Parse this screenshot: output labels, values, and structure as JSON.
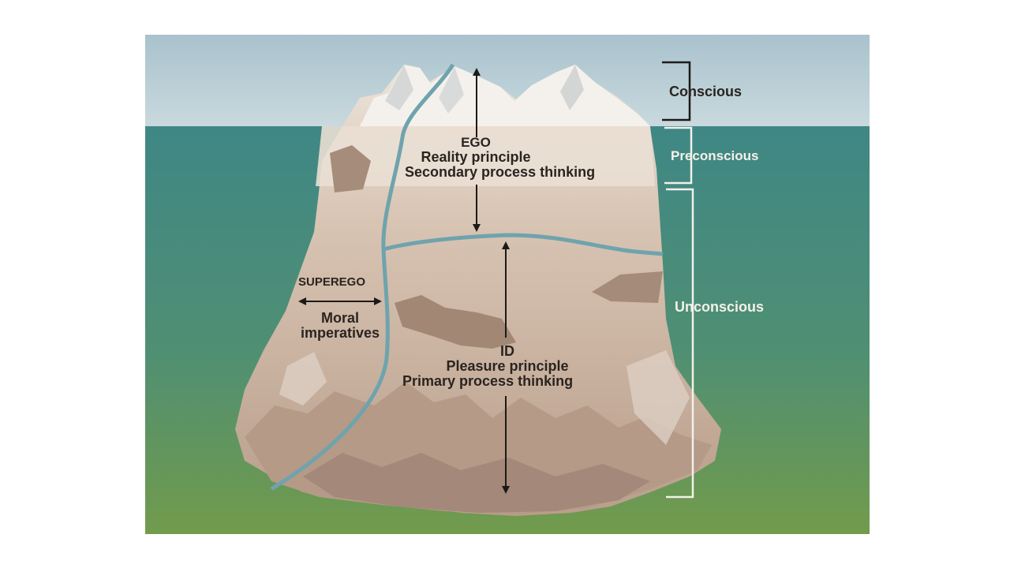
{
  "levels": {
    "conscious": "Conscious",
    "preconscious": "Preconscious",
    "unconscious": "Unconscious"
  },
  "ego": {
    "title": "EGO",
    "line1": "Reality principle",
    "line2": "Secondary process thinking"
  },
  "id": {
    "title": "ID",
    "line1": "Pleasure principle",
    "line2": "Primary process thinking"
  },
  "superego": {
    "title": "SUPEREGO",
    "line1": "Moral",
    "line2": "imperatives"
  },
  "colors": {
    "sky": "#b9cdd6",
    "water_top": "#3f8a86",
    "water_bottom": "#6f9a4f",
    "ice_top": "#f2efe9",
    "ice_rock": "#c8b3a1",
    "ice_shadow": "#9c8474",
    "divider_line": "#6fa3ad",
    "arrow": "#1c1a18"
  }
}
